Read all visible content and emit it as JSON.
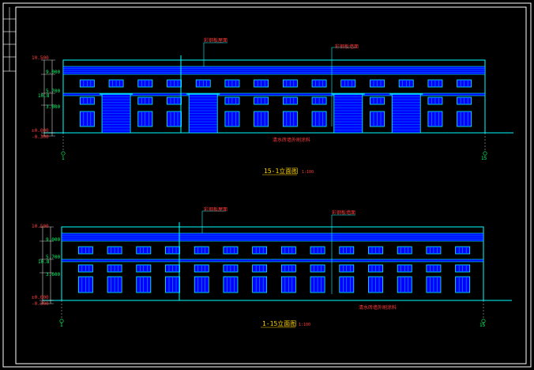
{
  "elevation_top": {
    "title": "15-1立面图",
    "scale": "1:100",
    "callout_1": "彩钢板屋面",
    "callout_2": "彩钢板墙面",
    "callout_bottom": "清水砖墙外刷涂料",
    "dims_left": [
      "10.500",
      "9.000",
      "5.700",
      "3.600",
      "±0.000",
      "-0.300"
    ],
    "dim_total": "10.8",
    "axis_left": "1",
    "axis_right": "15"
  },
  "elevation_bottom": {
    "title": "1-15立面图",
    "scale": "1:100",
    "callout_1": "彩钢板屋面",
    "callout_2": "彩钢板墙面",
    "callout_bottom": "清水砖墙外刷涂料",
    "dims_left": [
      "10.500",
      "9.000",
      "5.700",
      "3.600",
      "±0.000",
      "-0.300"
    ],
    "dim_total": "10.8",
    "axis_left": "1",
    "axis_right": "15"
  },
  "colors": {
    "frame": "#ffffff",
    "outline": "#00ffff",
    "fill": "#0000ff",
    "door": "#0000ff",
    "text_red": "#ff3b3b",
    "text_yellow": "#ffd400",
    "text_green": "#00ff66"
  }
}
